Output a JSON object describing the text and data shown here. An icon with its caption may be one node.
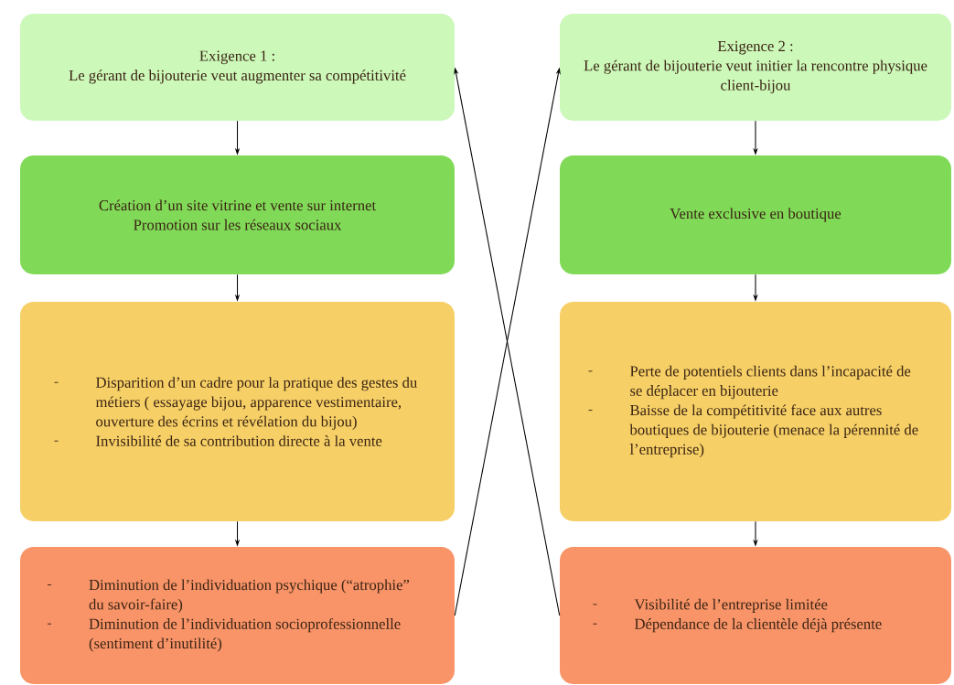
{
  "diagram": {
    "nodes": [
      {
        "text": [
          "Exigence 1 :",
          "Le gérant de bijouterie veut augmenter sa compétitivité"
        ]
      },
      {
        "text": [
          "Exigence 2 :",
          "Le gérant de bijouterie veut initier la rencontre physique client-bijou"
        ]
      },
      {
        "text": [
          "Création d’un site vitrine et vente sur internet",
          "Promotion sur les réseaux sociaux"
        ]
      },
      {
        "text": [
          "Vente exclusive en boutique"
        ]
      },
      {
        "text": [
          "Disparition d’un cadre pour la pratique des gestes du métiers ( essayage bijou, apparence vestimentaire, ouverture des écrins et révélation du bijou)",
          "Invisibilité de sa contribution directe à la vente"
        ]
      },
      {
        "text": [
          "Perte de potentiels clients dans l’incapacité de se déplacer en bijouterie",
          "Baisse de la compétitivité face aux autres boutiques de bijouterie (menace la pérennité de l’entreprise)"
        ]
      },
      {
        "text": [
          "Diminution de l’individuation psychique (“atrophie” du savoir-faire)",
          "Diminution de l’individuation socioprofessionnelle (sentiment d’inutilité)"
        ]
      },
      {
        "text": [
          "Visibilité de l’entreprise limitée",
          "Dépendance de la clientèle déjà présente"
        ]
      }
    ],
    "edges": [
      {
        "from": 0,
        "to": 2,
        "arrow": "to"
      },
      {
        "from": 2,
        "to": 4,
        "arrow": "to"
      },
      {
        "from": 4,
        "to": 6,
        "arrow": "to"
      },
      {
        "from": 1,
        "to": 3,
        "arrow": "to"
      },
      {
        "from": 3,
        "to": 5,
        "arrow": "to"
      },
      {
        "from": 5,
        "to": 7,
        "arrow": "to"
      },
      {
        "from": 6,
        "to": 1,
        "arrow": "to"
      },
      {
        "from": 7,
        "to": 0,
        "arrow": "to"
      }
    ]
  }
}
